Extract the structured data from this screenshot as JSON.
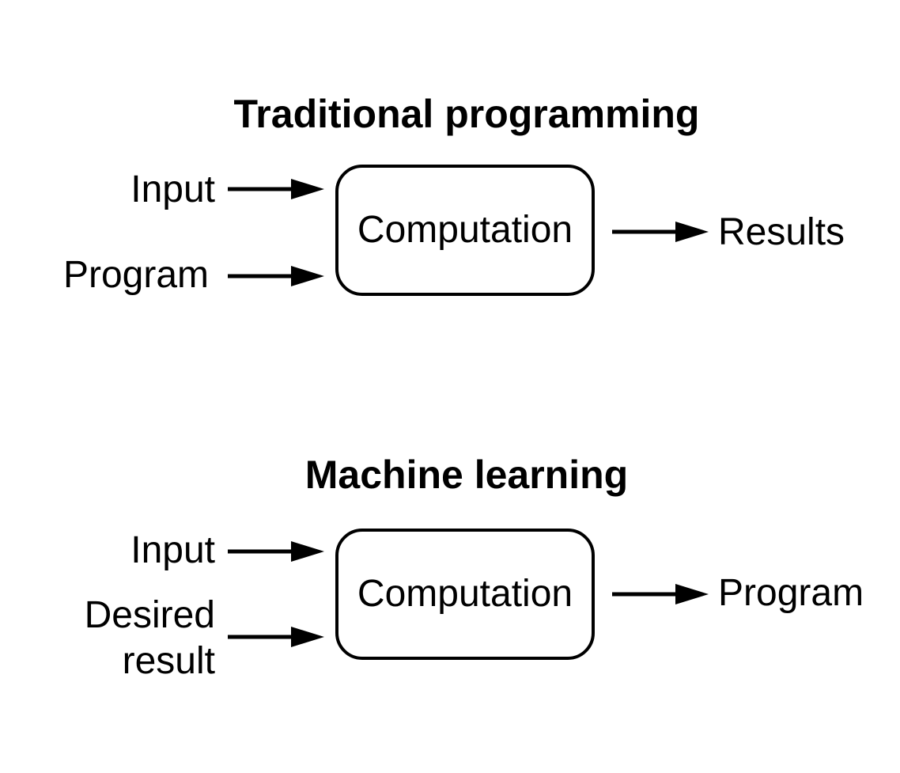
{
  "traditional": {
    "title": "Traditional programming",
    "inputs": [
      "Input",
      "Program"
    ],
    "box_label": "Computation",
    "output": "Results"
  },
  "machine_learning": {
    "title": "Machine learning",
    "inputs": [
      "Input",
      "Desired",
      "result"
    ],
    "box_label": "Computation",
    "output": "Program"
  }
}
